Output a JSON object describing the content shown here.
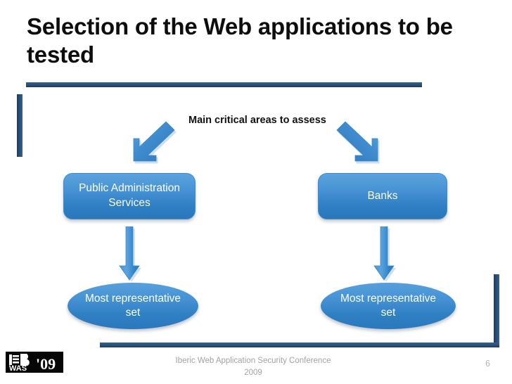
{
  "slide": {
    "title": "Selection of the Web applications to be tested",
    "caption": "Main critical areas to assess",
    "page_number": "6"
  },
  "diagram": {
    "boxes": [
      {
        "id": "public-administration-services",
        "label": "Public Administration Services"
      },
      {
        "id": "banks",
        "label": "Banks"
      }
    ],
    "ellipses": [
      {
        "id": "most-representative-set-left",
        "label": "Most representative set"
      },
      {
        "id": "most-representative-set-right",
        "label": "Most representative set"
      }
    ],
    "arrows": [
      {
        "id": "diagonal-arrow-left",
        "direction": "down-left"
      },
      {
        "id": "diagonal-arrow-right",
        "direction": "down-right"
      },
      {
        "id": "down-arrow-left",
        "direction": "down"
      },
      {
        "id": "down-arrow-right",
        "direction": "down"
      }
    ]
  },
  "footer": {
    "conference_line1": "Iberic Web Application Security Conference",
    "conference_line2": "2009",
    "logo": {
      "mark": "IB",
      "sub": "WAS",
      "year": "'09"
    }
  },
  "colors": {
    "accent_dark_blue": "#2a4f77",
    "shape_blue_light": "#5ba3de",
    "shape_blue_dark": "#2a77bb",
    "title_text": "#0d0d0d",
    "footer_text": "#a3a3a3",
    "logo_bg": "#060606"
  }
}
